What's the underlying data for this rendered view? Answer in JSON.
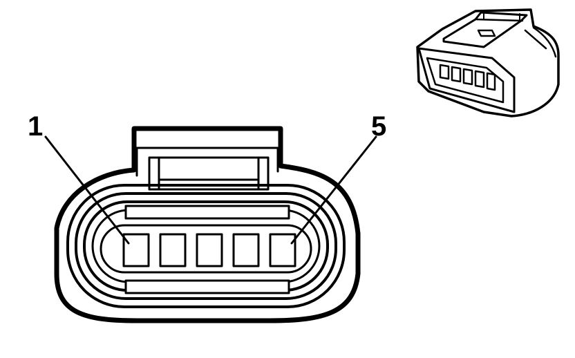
{
  "callouts": [
    {
      "id": "pin-1",
      "label": "1"
    },
    {
      "id": "pin-5",
      "label": "5"
    }
  ],
  "pin_count": 5,
  "colors": {
    "line": "#000000",
    "background": "#ffffff"
  }
}
